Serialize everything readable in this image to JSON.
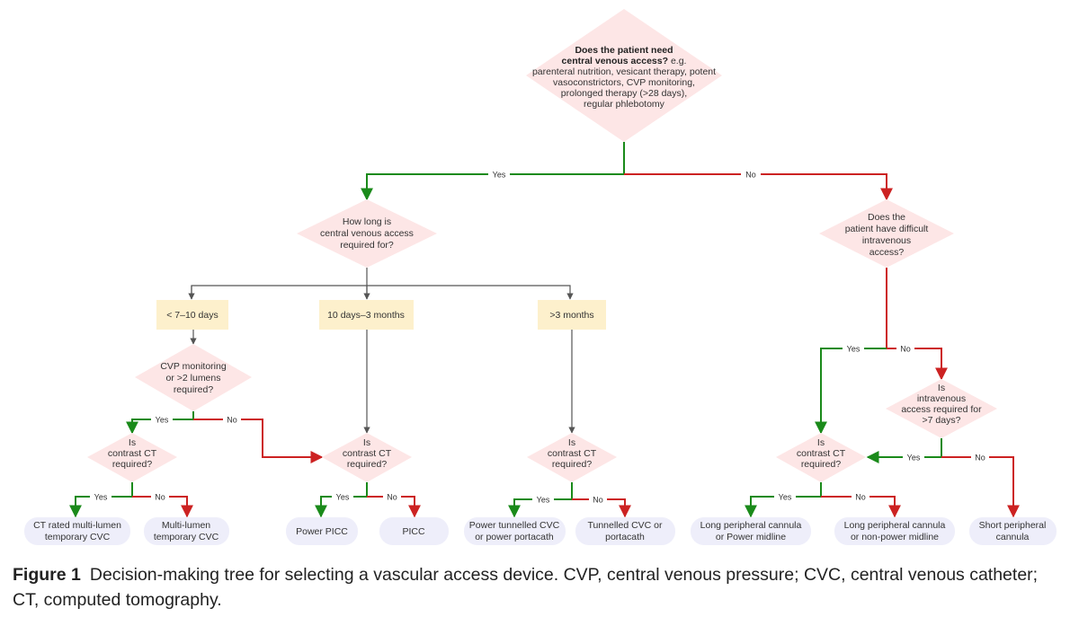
{
  "diagram": {
    "q_root": {
      "bold": [
        "Does the patient need",
        "central venous access?"
      ],
      "tail": "e.g.",
      "lines": [
        "parenteral nutrition, vesicant therapy, potent",
        "vasoconstrictors, CVP monitoring,",
        "prolonged therapy (>28 days),",
        "regular phlebotomy"
      ]
    },
    "q_duration": {
      "lines": [
        "How long is",
        "central venous access",
        "required for?"
      ]
    },
    "q_difficult": {
      "lines": [
        "Does the",
        "patient have difficult",
        "intravenous",
        "access?"
      ]
    },
    "q_cvp": {
      "lines": [
        "CVP monitoring",
        "or >2 lumens",
        "required?"
      ]
    },
    "q_iv7": {
      "lines": [
        "Is",
        "intravenous",
        "access required for",
        ">7 days?"
      ]
    },
    "q_ct": {
      "lines": [
        "Is",
        "contrast CT",
        "required?"
      ]
    },
    "durations": [
      "< 7–10 days",
      "10 days–3 months",
      ">3 months"
    ],
    "outcomes": {
      "ct_multi_lumen": [
        "CT rated multi-lumen",
        "temporary CVC"
      ],
      "multi_lumen": [
        "Multi-lumen",
        "temporary CVC"
      ],
      "power_picc": [
        "Power PICC"
      ],
      "picc": [
        "PICC"
      ],
      "power_tunnelled": [
        "Power tunnelled CVC",
        "or power portacath"
      ],
      "tunnelled": [
        "Tunnelled CVC or",
        "portacath"
      ],
      "long_power": [
        "Long peripheral cannula",
        "or Power midline"
      ],
      "long_nonpower": [
        "Long peripheral cannula",
        "or non-power midline"
      ],
      "short": [
        "Short peripheral",
        "cannula"
      ]
    },
    "labels": {
      "yes": "Yes",
      "no": "No"
    },
    "colors": {
      "decision_fill": "#fde6e6",
      "duration_fill": "#fdf0cc",
      "outcome_fill": "#eeeefa",
      "yes_line": "#1a8a1a",
      "no_line": "#cc2222",
      "neutral_line": "#555555"
    }
  },
  "caption": {
    "figure_label": "Figure 1",
    "text": "Decision-making tree for selecting a vascular access device. CVP, central venous pressure; CVC, central venous catheter; CT, computed tomography."
  }
}
